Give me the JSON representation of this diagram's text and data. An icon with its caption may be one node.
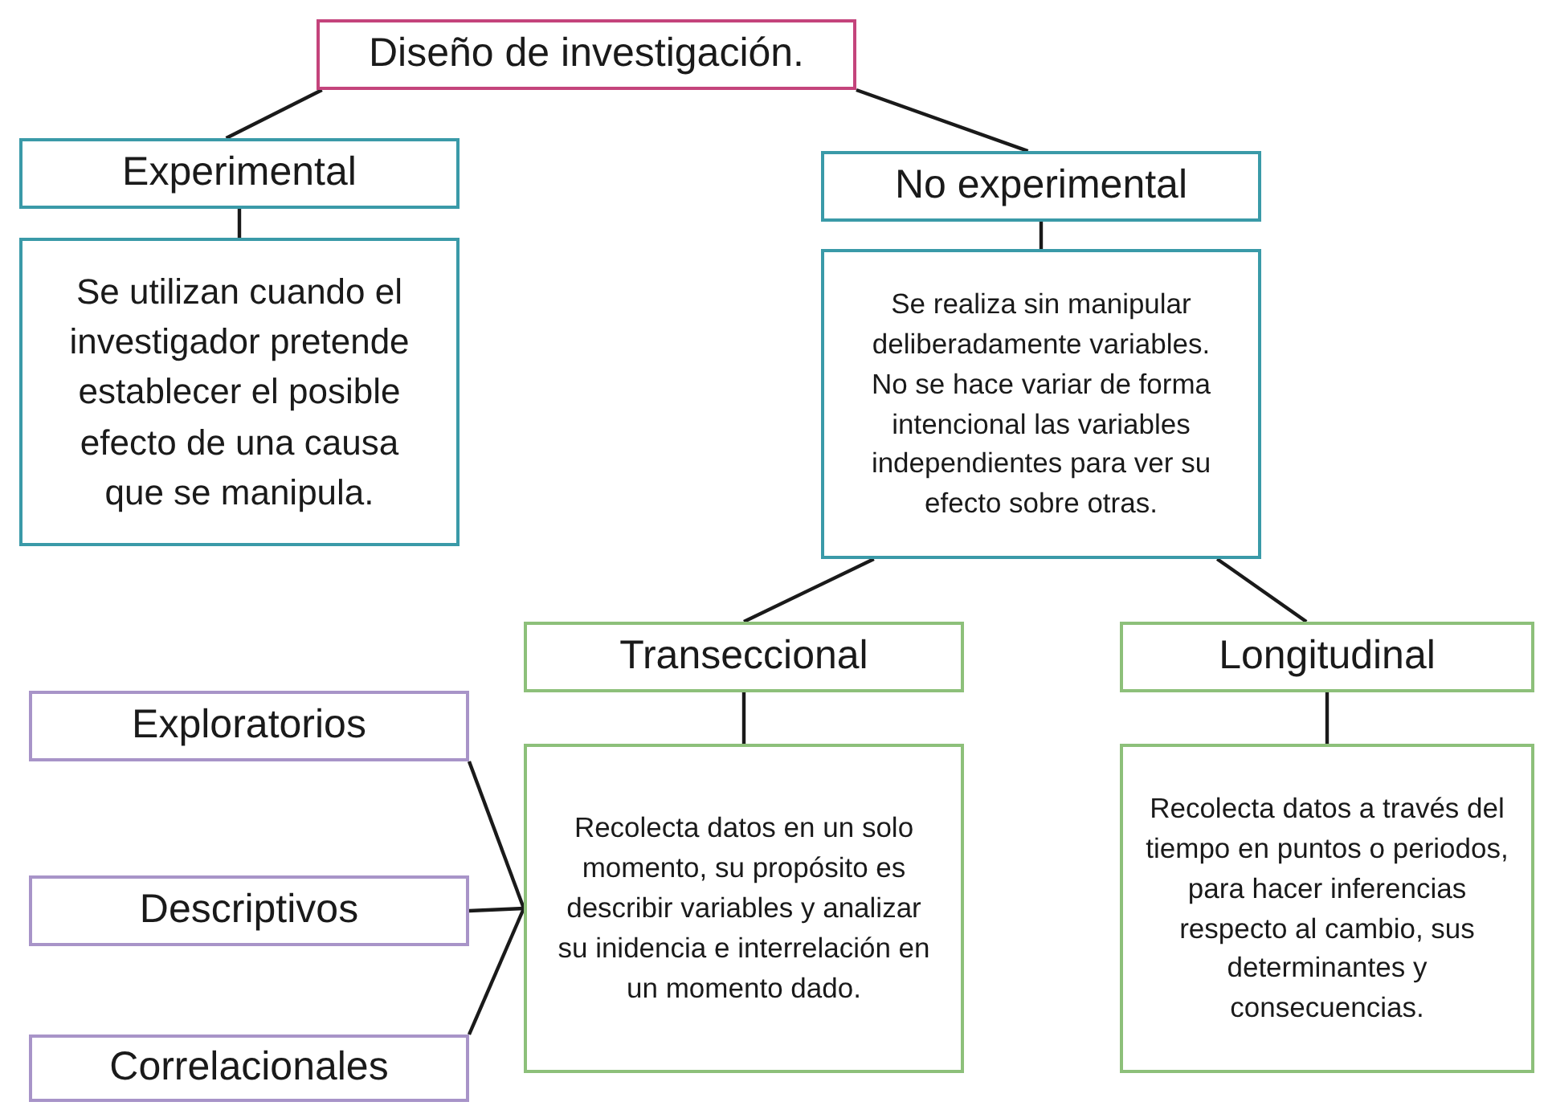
{
  "diagram": {
    "nodes": [
      {
        "text": [
          "Diseño de investigación."
        ]
      },
      {
        "text": [
          "Experimental"
        ]
      },
      {
        "text": [
          "Se utilizan cuando el investigador pretende establecer el posible efecto de una causa que se manipula."
        ]
      },
      {
        "text": [
          "No experimental"
        ]
      },
      {
        "text": [
          "Se realiza sin manipular deliberadamente variables. No se hace variar de forma intencional las variables independientes para ver su efecto sobre otras."
        ]
      },
      {
        "text": [
          "Transeccional"
        ]
      },
      {
        "text": [
          "Recolecta datos en un solo momento, su propósito es describir variables y analizar su inidencia e interrelación en un momento dado."
        ]
      },
      {
        "text": [
          "Longitudinal"
        ]
      },
      {
        "text": [
          "Recolecta datos a través del tiempo en puntos o periodos, para hacer inferencias respecto al cambio, sus determinantes y consecuencias."
        ]
      },
      {
        "text": [
          "Exploratorios"
        ]
      },
      {
        "text": [
          "Descriptivos"
        ]
      },
      {
        "text": [
          "Correlacionales"
        ]
      }
    ],
    "edges": [
      {
        "from": 0,
        "to": 1,
        "arrow": "none"
      },
      {
        "from": 0,
        "to": 3,
        "arrow": "none"
      },
      {
        "from": 1,
        "to": 2,
        "arrow": "none"
      },
      {
        "from": 3,
        "to": 4,
        "arrow": "none"
      },
      {
        "from": 4,
        "to": 5,
        "arrow": "none"
      },
      {
        "from": 4,
        "to": 7,
        "arrow": "none"
      },
      {
        "from": 5,
        "to": 6,
        "arrow": "none"
      },
      {
        "from": 7,
        "to": 8,
        "arrow": "none"
      },
      {
        "from": 9,
        "to": 6,
        "arrow": "none"
      },
      {
        "from": 10,
        "to": 6,
        "arrow": "none"
      },
      {
        "from": 11,
        "to": 6,
        "arrow": "none"
      }
    ]
  }
}
